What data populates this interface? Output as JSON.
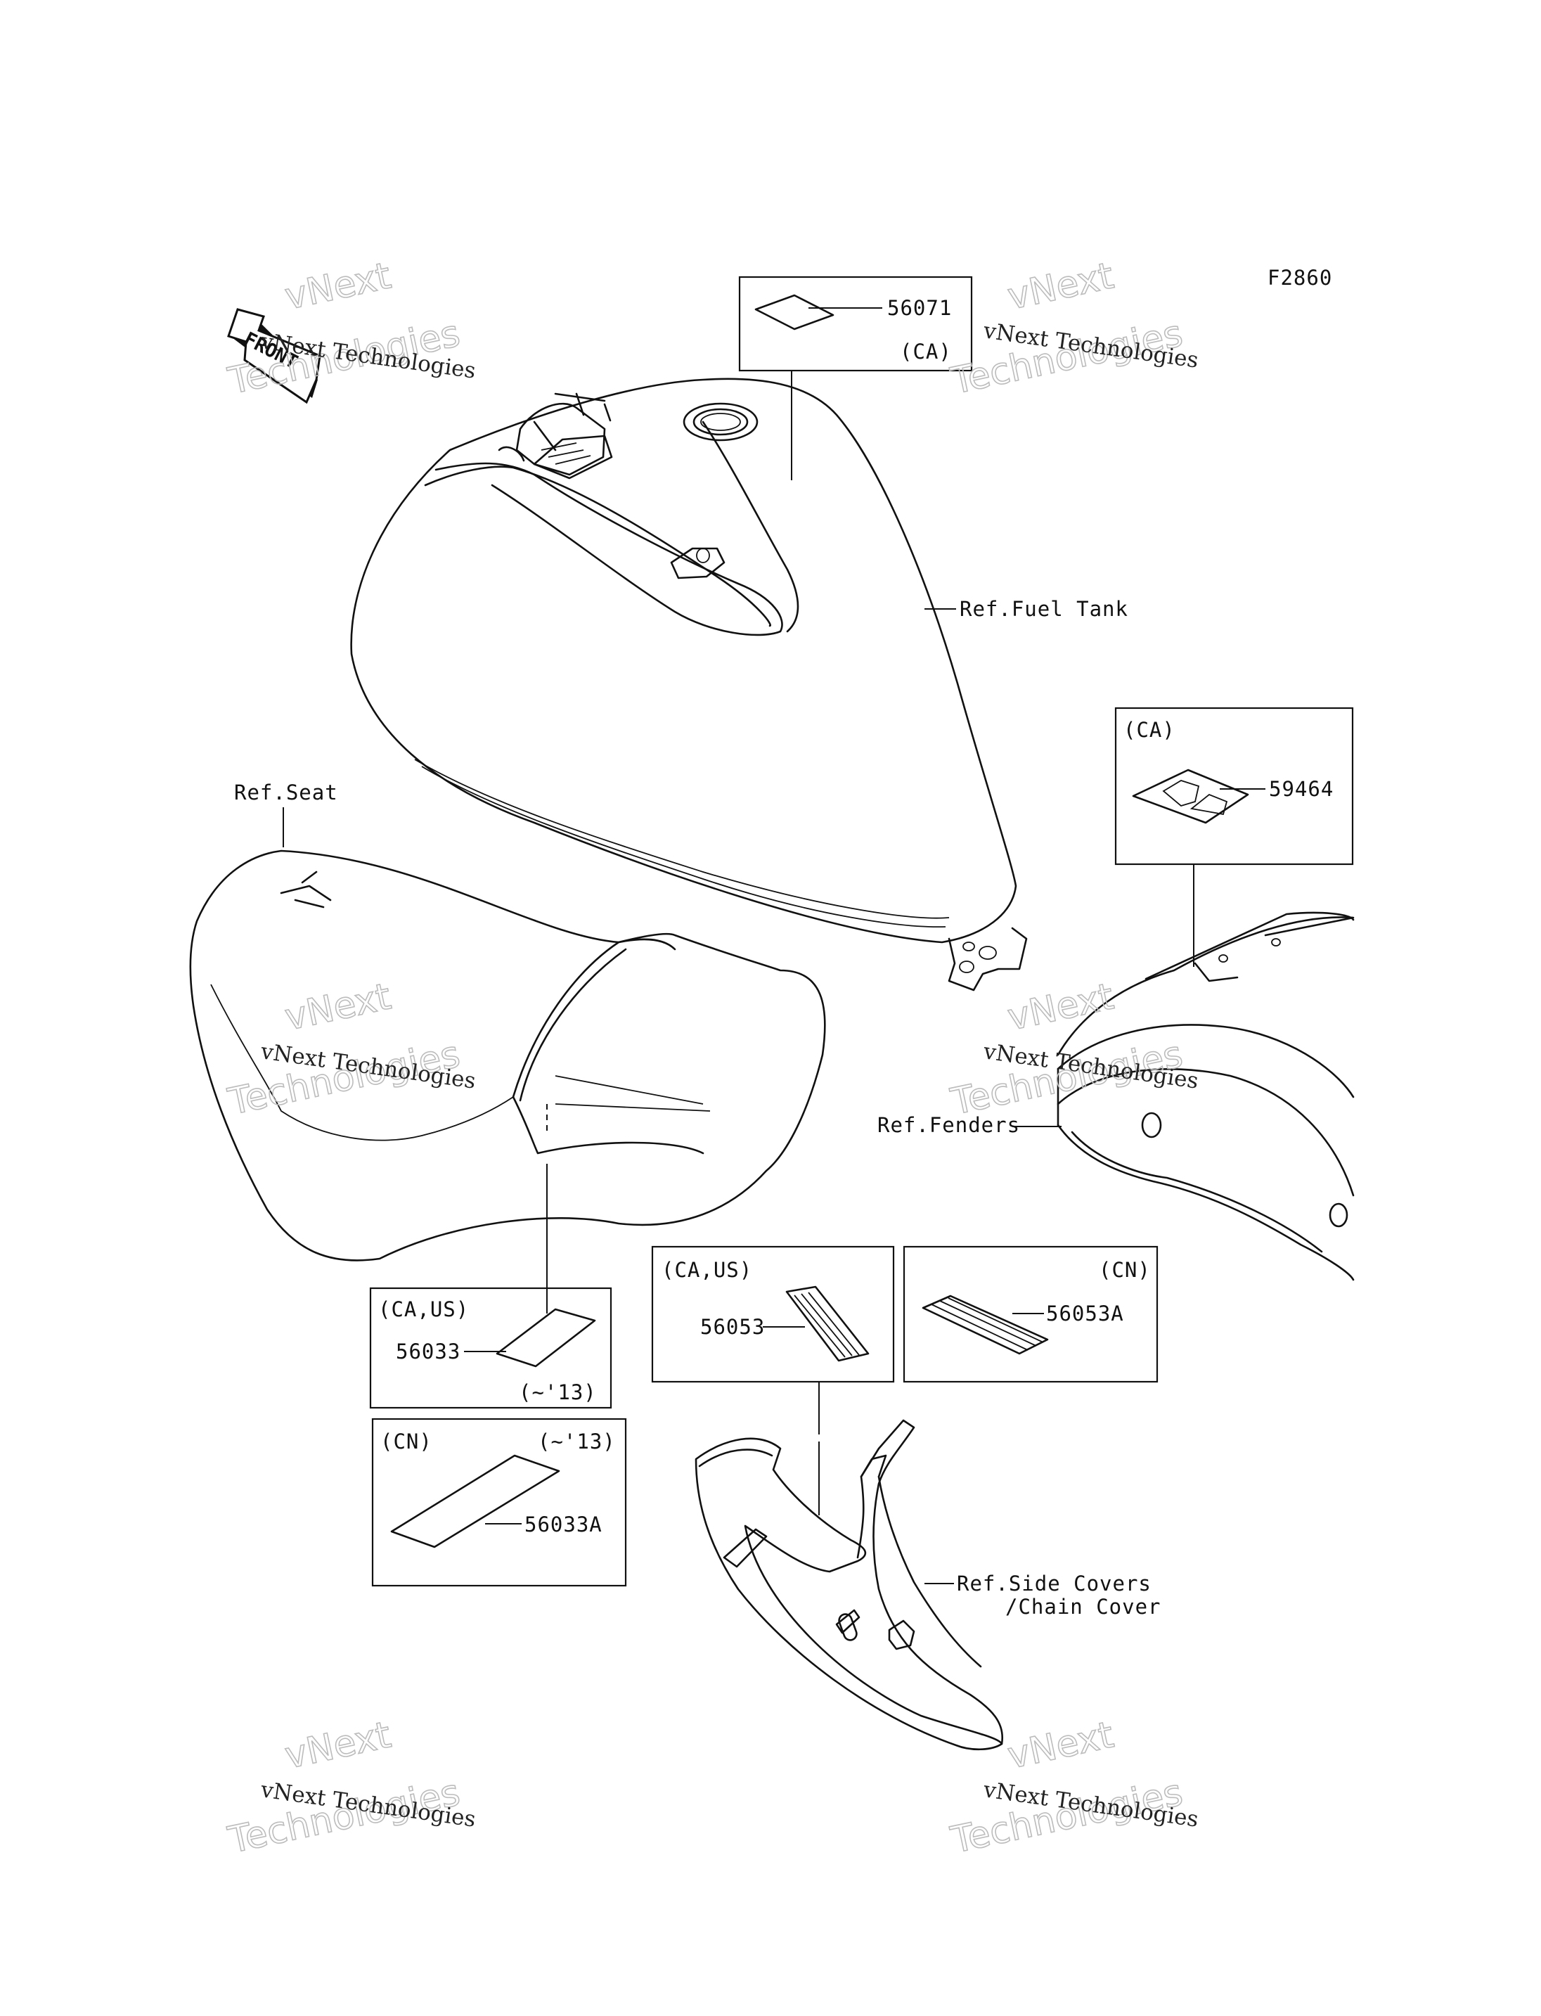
{
  "figure_code": "F2860",
  "front_badge": "FRONT",
  "watermark": {
    "line1": "vNext Technologies",
    "line2": "vNext",
    "line3": "Technologies"
  },
  "callouts": {
    "p56071": {
      "part": "56071",
      "region": "(CA)"
    },
    "p59464": {
      "part": "59464",
      "region": "(CA)"
    },
    "p56033": {
      "part": "56033",
      "region": "(CA,US)",
      "note": "(~'13)"
    },
    "p56033A": {
      "part": "56033A",
      "region": "(CN)",
      "note": "(~'13)"
    },
    "p56053": {
      "part": "56053",
      "region": "(CA,US)"
    },
    "p56053A": {
      "part": "56053A",
      "region": "(CN)"
    }
  },
  "refs": {
    "fuel_tank": "Ref.Fuel Tank",
    "seat": "Ref.Seat",
    "fenders": "Ref.Fenders",
    "side_covers_1": "Ref.Side Covers",
    "side_covers_2": "/Chain Cover"
  }
}
